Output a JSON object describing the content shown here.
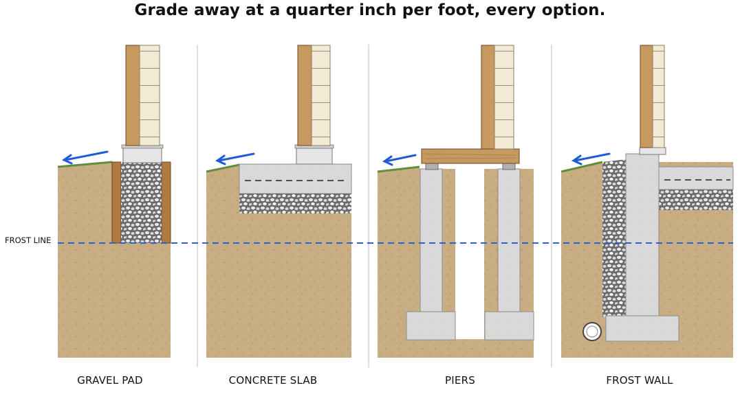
{
  "title": "Grade away at a quarter inch per foot, every option.",
  "frost_line_label": "FROST LINE",
  "panels": [
    {
      "label": "GRAVEL PAD"
    },
    {
      "label": "CONCRETE SLAB"
    },
    {
      "label": "PIERS"
    },
    {
      "label": "FROST WALL"
    }
  ],
  "colors": {
    "soil": "#c9ad82",
    "concrete": "#d9d9d9",
    "wood": "#c69a5e",
    "frost_line": "#2f5fd0",
    "arrow": "#1f5bd6",
    "grass": "#5f8f3a",
    "siding": "#f3ead6"
  },
  "icons": [
    "grade-arrow-icon",
    "drain-pipe-icon"
  ]
}
